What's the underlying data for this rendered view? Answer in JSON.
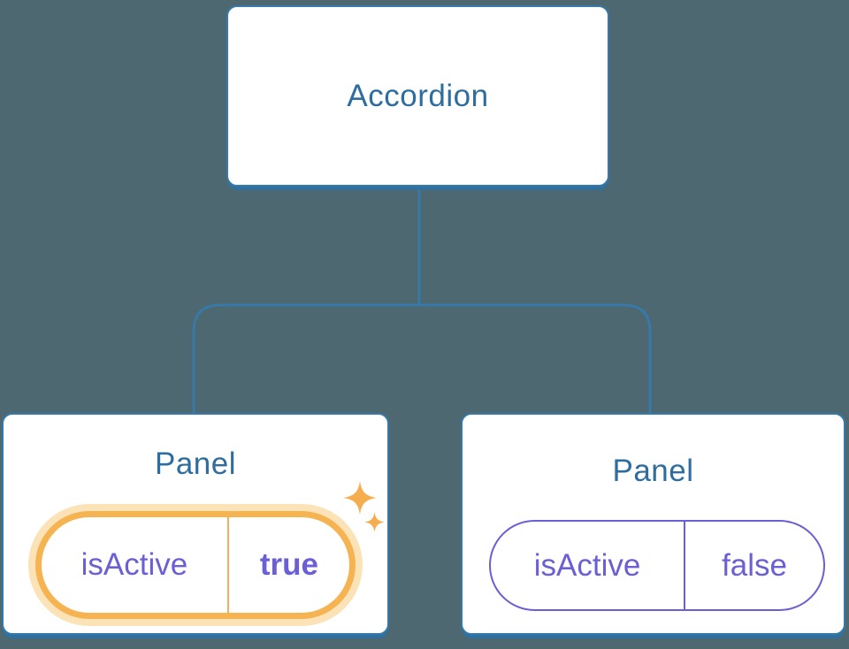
{
  "diagram": {
    "root": {
      "label": "Accordion"
    },
    "panels": [
      {
        "title": "Panel",
        "prop_name": "isActive",
        "prop_value": "true",
        "active": true
      },
      {
        "title": "Panel",
        "prop_name": "isActive",
        "prop_value": "false",
        "active": false
      }
    ]
  },
  "icons": {
    "active_highlight": "sparkle-icon"
  },
  "colors": {
    "background": "#4D6870",
    "node_fill": "#FFFFFF",
    "node_border": "#3779A9",
    "node_shadow": "#30709F",
    "node_text": "#2E6D9E",
    "connector": "#3779A9",
    "state_purple": "#6A5FD4",
    "highlight_orange": "#F6B352",
    "highlight_glow": "#FBE2B7",
    "highlight_divider": "#F3B05C",
    "sparkle_orange": "#F5AD4E"
  }
}
